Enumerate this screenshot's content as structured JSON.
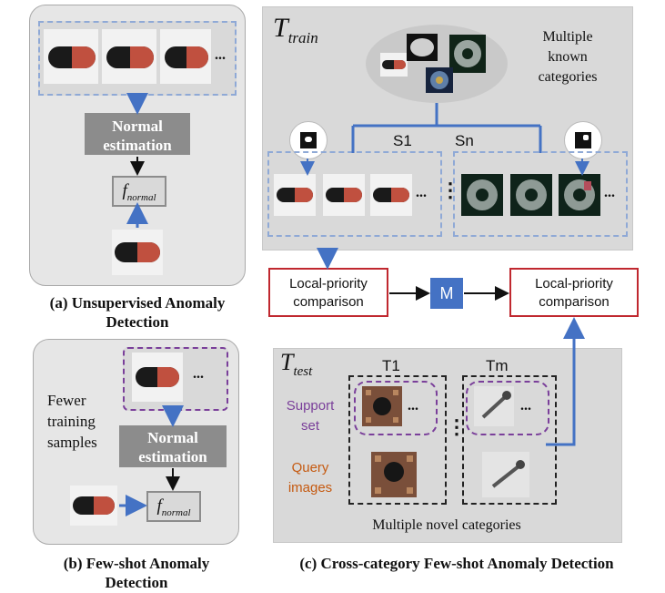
{
  "panel_a": {
    "normal_estimation": "Normal estimation",
    "f_symbol": "f",
    "f_subscript": "normal",
    "ellipsis": "...",
    "caption_line1": "(a) Unsupervised Anomaly",
    "caption_line2": "Detection"
  },
  "panel_b": {
    "fewer_line1": "Fewer",
    "fewer_line2": "training",
    "fewer_line3": "samples",
    "normal_estimation": "Normal estimation",
    "f_symbol": "f",
    "f_subscript": "normal",
    "ellipsis": "...",
    "caption_line1": "(b) Few-shot Anomaly",
    "caption_line2": "Detection"
  },
  "panel_c": {
    "train_symbol": "T",
    "train_subscript": "train",
    "known_line1": "Multiple",
    "known_line2": "known",
    "known_line3": "categories",
    "s1_label": "S1",
    "sn_label": "Sn",
    "ellipsis": "...",
    "vertical_dots": "⋮",
    "left_compare_line1": "Local-priority",
    "left_compare_line2": "comparison",
    "m_label": "M",
    "right_compare_line1": "Local-priority",
    "right_compare_line2": "comparison",
    "test_symbol": "T",
    "test_subscript": "test",
    "t1_label": "T1",
    "tm_label": "Tm",
    "support_line1": "Support",
    "support_line2": "set",
    "query_line1": "Query",
    "query_line2": "images",
    "novel_label": "Multiple novel categories",
    "caption": "(c) Cross-category Few-shot Anomaly Detection"
  },
  "colors": {
    "accent_blue": "#4472c4",
    "dash_blue": "#8fa9d6",
    "support_purple": "#7a3f9a",
    "query_orange": "#c55a11",
    "compare_red": "#c0282f",
    "grey_button": "#8c8c8c"
  }
}
